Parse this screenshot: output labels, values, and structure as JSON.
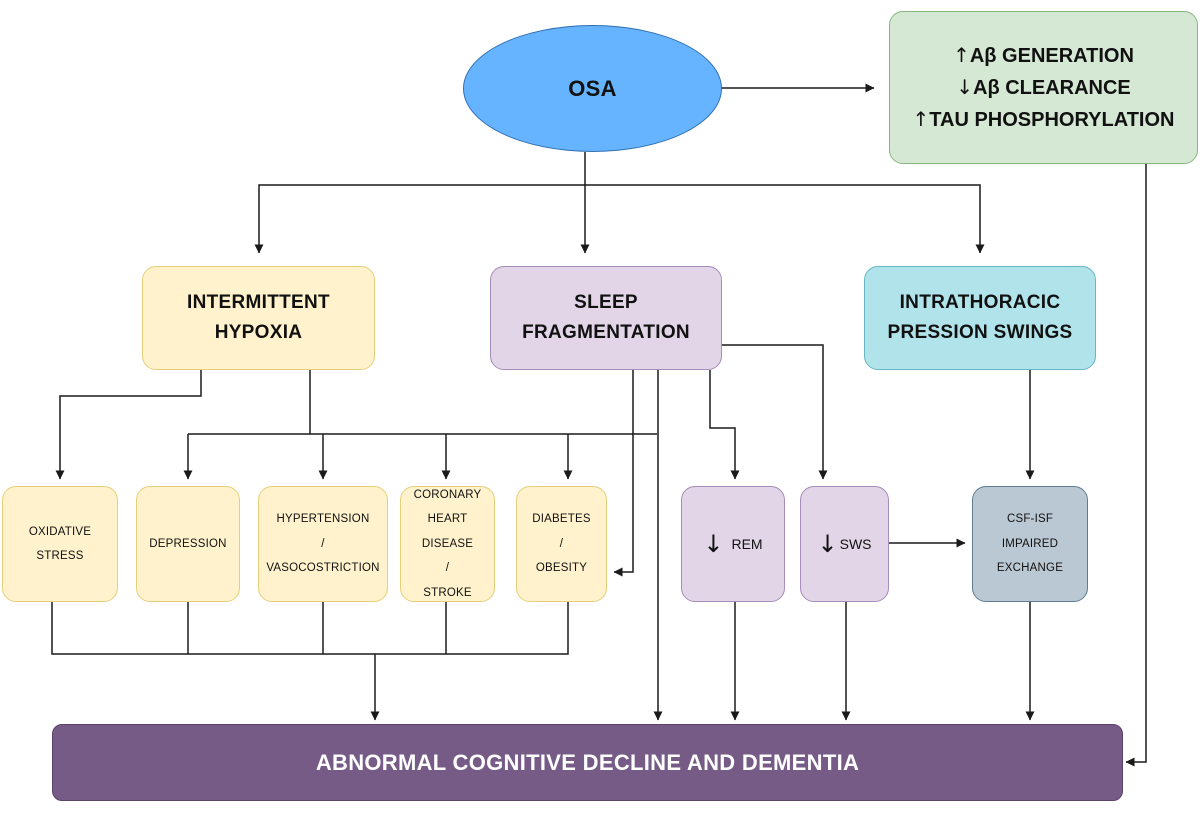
{
  "nodes": {
    "osa": {
      "label": "OSA",
      "color": "#66b3ff"
    },
    "amyloid": {
      "lines": [
        {
          "arrow": "↑",
          "text": "Aβ GENERATION"
        },
        {
          "arrow": "↓",
          "text": "Aβ CLEARANCE"
        },
        {
          "arrow": "↑",
          "text": "TAU PHOSPHORYLATION"
        }
      ]
    },
    "hypoxia": {
      "lines": [
        "INTERMITTENT",
        "HYPOXIA"
      ]
    },
    "sleep_frag": {
      "lines": [
        "SLEEP",
        "FRAGMENTATION"
      ]
    },
    "intrathoracic": {
      "lines": [
        "INTRATHORACIC",
        "PRESSION SWINGS"
      ]
    },
    "oxidative": {
      "lines": [
        "OXIDATIVE",
        "STRESS"
      ]
    },
    "depression": {
      "lines": [
        "DEPRESSION"
      ]
    },
    "hypertension": {
      "lines": [
        "HYPERTENSION",
        "/",
        "VASOCOSTRICTION"
      ]
    },
    "coronary": {
      "lines": [
        "CORONARY",
        "HEART",
        "DISEASE",
        "/",
        "STROKE"
      ]
    },
    "diabetes": {
      "lines": [
        "DIABETES",
        "/",
        "OBESITY"
      ]
    },
    "rem": {
      "arrow": "↓",
      "label": "REM"
    },
    "sws": {
      "arrow": "↓",
      "label": "SWS"
    },
    "csf": {
      "lines": [
        "CSF-ISF",
        "IMPAIRED",
        "EXCHANGE"
      ]
    },
    "dementia": {
      "label": "ABNORMAL COGNITIVE DECLINE AND DEMENTIA",
      "color": "#765b87"
    }
  },
  "colors": {
    "yellow": "#fff2cc",
    "purple": "#e1d5e7",
    "cyan": "#b1e3ea",
    "green": "#d5e8d4",
    "slate": "#bac8d3",
    "connector": "#1a1a1a"
  }
}
